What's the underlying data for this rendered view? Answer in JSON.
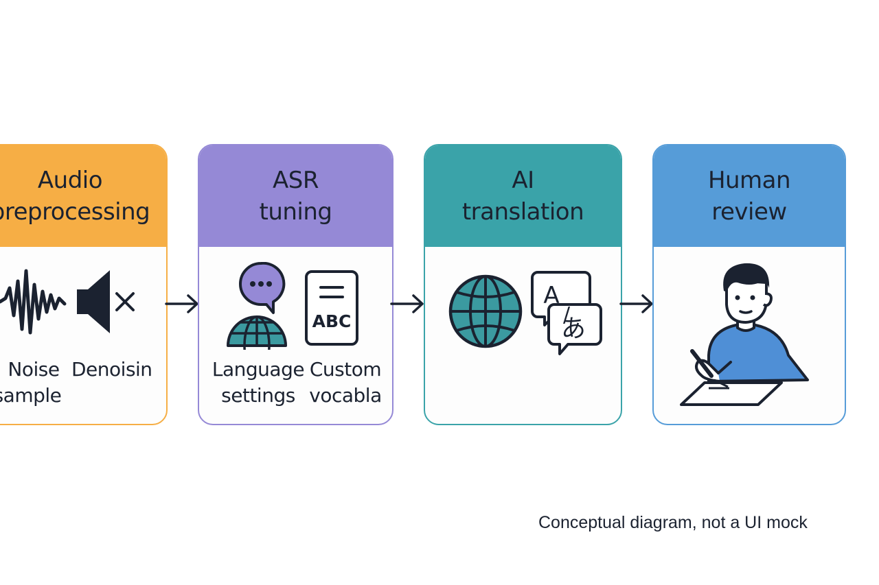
{
  "stages": [
    {
      "title_line1": "Audio",
      "title_line2": "preprocessing",
      "color": "#f6ae45",
      "icons": [
        "waveform-icon",
        "speaker-mute-icon"
      ],
      "labels": [
        {
          "line1": "Noise",
          "line2": "sample"
        },
        {
          "line1": "Denoisin",
          "line2": ""
        }
      ]
    },
    {
      "title_line1": "ASR",
      "title_line2": "tuning",
      "color": "#9589d6",
      "icons": [
        "globe-speech-bubble-icon",
        "abc-document-icon"
      ],
      "labels": [
        {
          "line1": "Language",
          "line2": "settings"
        },
        {
          "line1": "Custom",
          "line2": "vocabla"
        }
      ]
    },
    {
      "title_line1": "AI",
      "title_line2": "translation",
      "color": "#3aa3a9",
      "icons": [
        "globe-icon",
        "translate-icon"
      ],
      "labels": []
    },
    {
      "title_line1": "Human",
      "title_line2": "review",
      "color": "#569cd8",
      "icons": [
        "person-writing-icon"
      ],
      "labels": []
    }
  ],
  "translate_glyphs": {
    "latin": "A",
    "slash": "/",
    "kana": "あ"
  },
  "document_glyph": "ABC",
  "footnote": "Conceptual diagram, not a UI mock",
  "colors": {
    "ink": "#1b2230",
    "teal_fill": "#3b9aa0",
    "purple_fill": "#9589d6",
    "shirt_blue": "#4f8fd6"
  }
}
